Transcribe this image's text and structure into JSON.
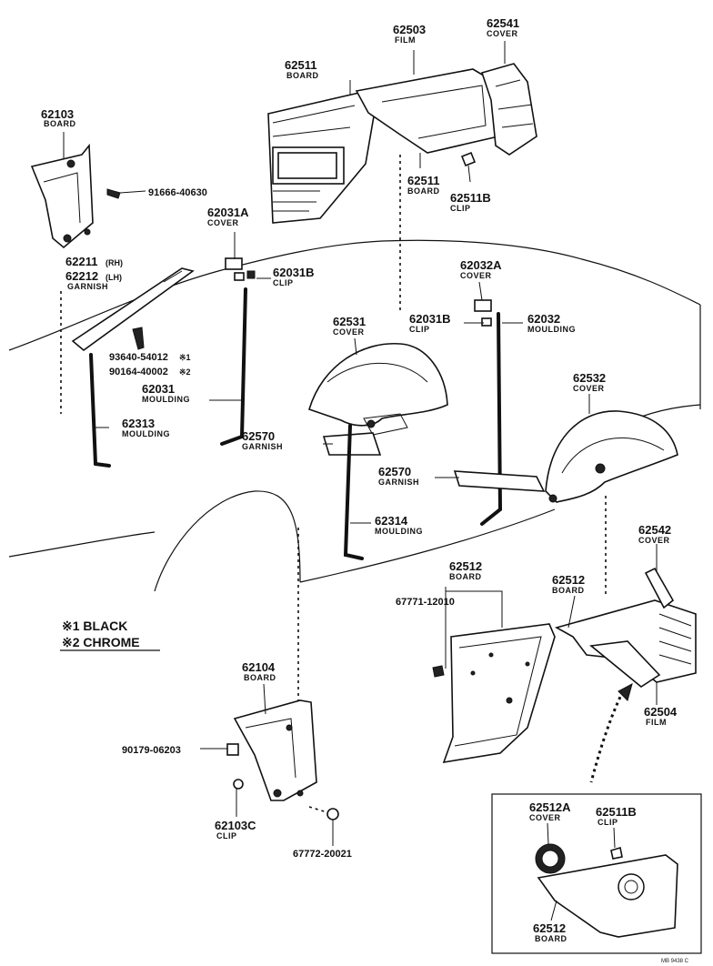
{
  "labels": {
    "p62103": {
      "num": "62103",
      "name": "BOARD"
    },
    "p91666": {
      "num": "91666-40630"
    },
    "p62211": {
      "num": "62211",
      "side": "(RH)"
    },
    "p62212": {
      "num": "62212",
      "side": "(LH)",
      "name": "GARNISH"
    },
    "p93640": {
      "num": "93640-54012",
      "mark": "※1"
    },
    "p90164": {
      "num": "90164-40002",
      "mark": "※2"
    },
    "p62031": {
      "num": "62031",
      "name": "MOULDING"
    },
    "p62313": {
      "num": "62313",
      "name": "MOULDING"
    },
    "p62031A": {
      "num": "62031A",
      "name": "COVER"
    },
    "p62031B": {
      "num": "62031B",
      "name": "CLIP"
    },
    "p62511top": {
      "num": "62511",
      "name": "BOARD"
    },
    "p62503": {
      "num": "62503",
      "name": "FILM"
    },
    "p62541": {
      "num": "62541",
      "name": "COVER"
    },
    "p62511mid": {
      "num": "62511",
      "name": "BOARD"
    },
    "p62511B": {
      "num": "62511B",
      "name": "CLIP"
    },
    "p62032A": {
      "num": "62032A",
      "name": "COVER"
    },
    "p62031Bmid": {
      "num": "62031B",
      "name": "CLIP"
    },
    "p62032": {
      "num": "62032",
      "name": "MOULDING"
    },
    "p62531": {
      "num": "62531",
      "name": "COVER"
    },
    "p62532": {
      "num": "62532",
      "name": "COVER"
    },
    "p62570a": {
      "num": "62570",
      "name": "GARNISH"
    },
    "p62570b": {
      "num": "62570",
      "name": "GARNISH"
    },
    "p62314": {
      "num": "62314",
      "name": "MOULDING"
    },
    "p62542": {
      "num": "62542",
      "name": "COVER"
    },
    "p62512a": {
      "num": "62512",
      "name": "BOARD"
    },
    "p62512b": {
      "num": "62512",
      "name": "BOARD"
    },
    "p67771": {
      "num": "67771-12010"
    },
    "p62504": {
      "num": "62504",
      "name": "FILM"
    },
    "p62104": {
      "num": "62104",
      "name": "BOARD"
    },
    "p90179": {
      "num": "90179-06203"
    },
    "p62103C": {
      "num": "62103C",
      "name": "CLIP"
    },
    "p67772": {
      "num": "67772-20021"
    },
    "p62512A": {
      "num": "62512A",
      "name": "COVER"
    },
    "p62511Bbox": {
      "num": "62511B",
      "name": "CLIP"
    },
    "p62512c": {
      "num": "62512",
      "name": "BOARD"
    }
  },
  "legend": {
    "black": "※1 BLACK",
    "chrome": "※2 CHROME"
  },
  "drawing_code": "MB 9438 C"
}
